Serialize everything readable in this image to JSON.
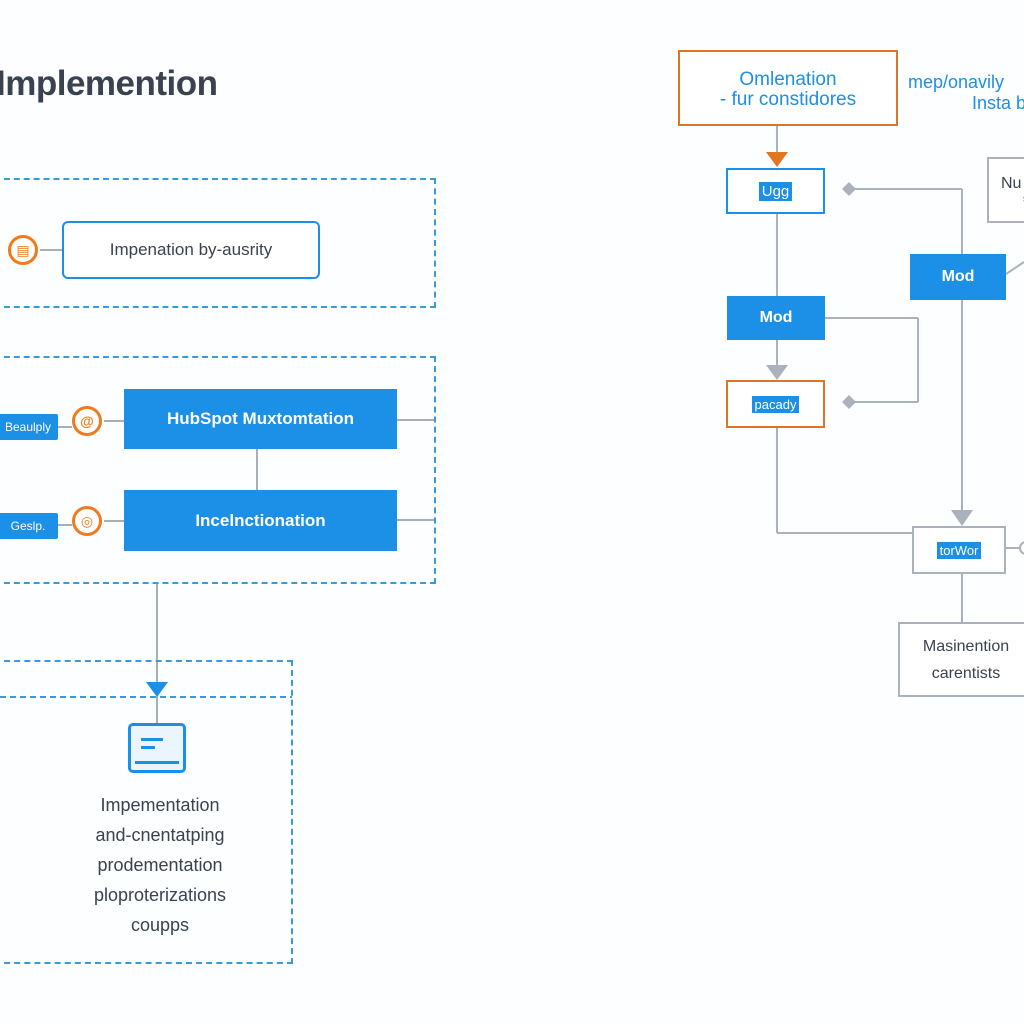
{
  "title": "Implemention",
  "left": {
    "top_box_label": "Impenation by-ausrity",
    "main_box_1": "HubSpot Muxtomtation",
    "main_box_2": "Incelnctionation",
    "tag_1": "Beaulply",
    "tag_2": "Geslp.",
    "description_lines": [
      "Impementation",
      "and-cnentatping",
      "prodementation",
      "ploproterizations",
      "coupps"
    ]
  },
  "right": {
    "header_line_1": "Omlenation",
    "header_line_2": "- fur constidores",
    "side_note_1": "mep/onavily",
    "side_note_2": "Insta b",
    "node_ugg": "Ugg",
    "node_mod_left": "Mod",
    "node_mod_right": "Mod",
    "node_pacady": "pacady",
    "node_nu_1": "Nu",
    "node_nu_2": "s",
    "node_bottom_small": "torWor",
    "node_bottom_1": "Masinention",
    "node_bottom_2": "carentists"
  },
  "colors": {
    "accent_blue": "#1c8fe6",
    "accent_orange": "#f07a1c",
    "connector_grey": "#aab3bd",
    "text_dark": "#3a4250"
  }
}
